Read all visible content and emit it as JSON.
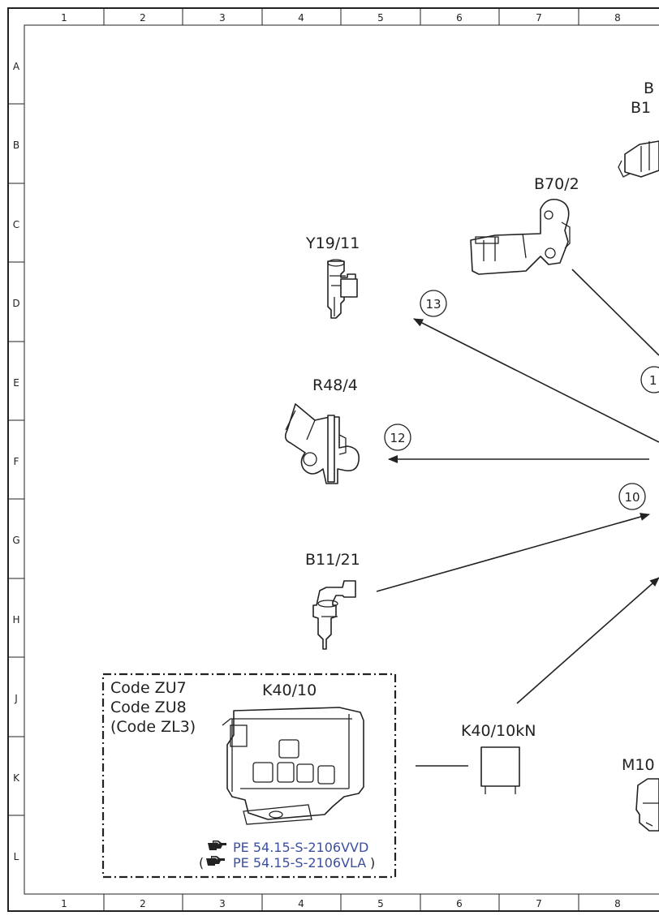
{
  "grid": {
    "columns": [
      "1",
      "2",
      "3",
      "4",
      "5",
      "6",
      "7",
      "8"
    ],
    "rows": [
      "A",
      "B",
      "C",
      "D",
      "E",
      "F",
      "G",
      "H",
      "J",
      "K",
      "L"
    ]
  },
  "components": {
    "b1_partial": {
      "label_line1": "B",
      "label_line2": "B1"
    },
    "b70_2": "B70/2",
    "y19_11": "Y19/11",
    "r48_4": "R48/4",
    "b11_21": "B11/21",
    "k40_10": "K40/10",
    "k40_10kn": "K40/10kN",
    "m10_partial": "M10"
  },
  "callouts": {
    "c13": "13",
    "c12": "12",
    "c10": "10",
    "c_edge": "1"
  },
  "code_box": {
    "codes": [
      "Code ZU7",
      "Code ZU8",
      "(Code ZL3)"
    ],
    "refs": [
      {
        "text": "PE 54.15-S-2106VVD",
        "prefix": "",
        "suffix": ""
      },
      {
        "text": "PE 54.15-S-2106VLA",
        "prefix": "(",
        "suffix": ")"
      }
    ]
  },
  "icons": [
    "pointing-hand-icon"
  ]
}
